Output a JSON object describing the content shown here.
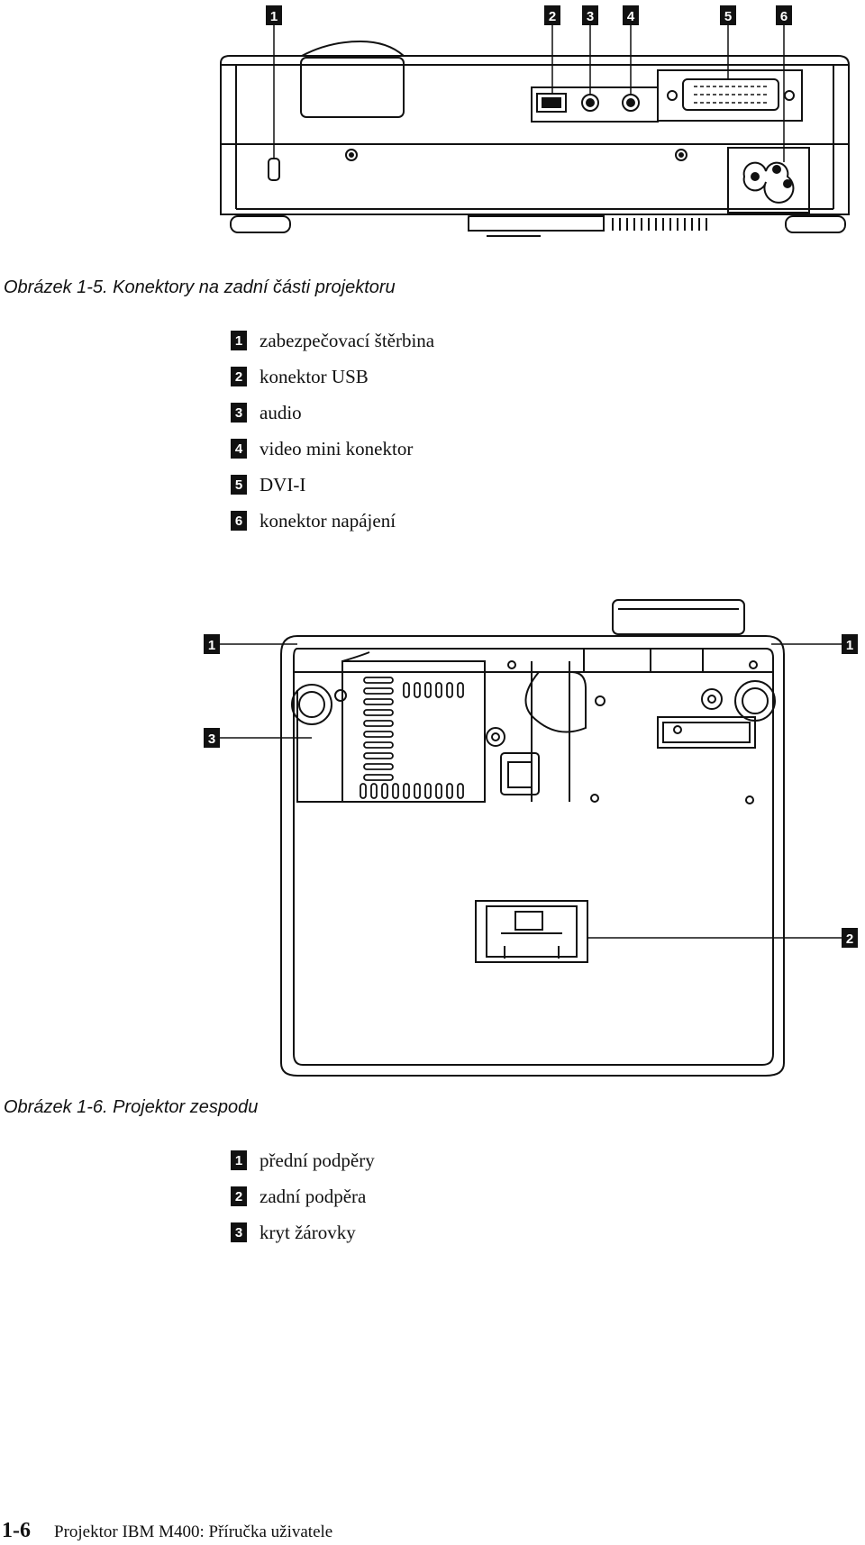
{
  "figure1": {
    "callouts": [
      "1",
      "2",
      "3",
      "4",
      "5",
      "6"
    ],
    "caption": "Obrázek 1-5. Konektory na zadní části projektoru",
    "legend": [
      {
        "num": "1",
        "label": "zabezpečovací štěrbina"
      },
      {
        "num": "2",
        "label": "konektor USB"
      },
      {
        "num": "3",
        "label": "audio"
      },
      {
        "num": "4",
        "label": "video mini konektor"
      },
      {
        "num": "5",
        "label": "DVI-I"
      },
      {
        "num": "6",
        "label": "konektor napájení"
      }
    ]
  },
  "figure2": {
    "callouts": [
      "1",
      "1",
      "3",
      "2"
    ],
    "caption": "Obrázek 1-6. Projektor zespodu",
    "legend": [
      {
        "num": "1",
        "label": "přední podpěry"
      },
      {
        "num": "2",
        "label": "zadní podpěra"
      },
      {
        "num": "3",
        "label": "kryt žárovky"
      }
    ]
  },
  "footer": {
    "page_number": "1-6",
    "document_title": "Projektor IBM M400: Příručka uživatele"
  }
}
